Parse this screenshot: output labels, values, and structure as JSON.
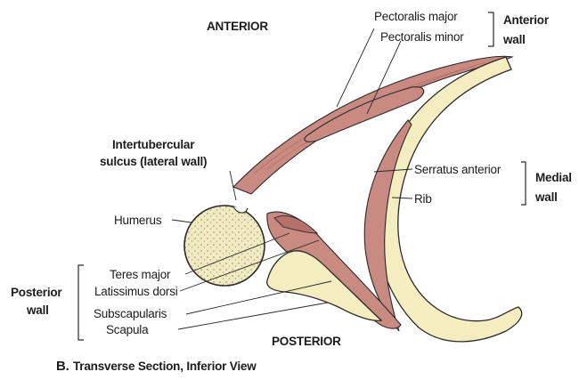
{
  "orientation": {
    "anterior": "ANTERIOR",
    "posterior": "POSTERIOR"
  },
  "labels": {
    "pectoralis_major": "Pectoralis major",
    "pectoralis_minor": "Pectoralis minor",
    "intertubercular_line1": "Intertubercular",
    "intertubercular_line2": "sulcus (lateral wall)",
    "serratus_anterior": "Serratus anterior",
    "rib": "Rib",
    "humerus": "Humerus",
    "teres_major": "Teres major",
    "latissimus_dorsi": "Latissimus dorsi",
    "subscapularis": "Subscapularis",
    "scapula": "Scapula"
  },
  "walls": {
    "anterior_line1": "Anterior",
    "anterior_line2": "wall",
    "medial_line1": "Medial",
    "medial_line2": "wall",
    "posterior_line1": "Posterior",
    "posterior_line2": "wall"
  },
  "caption": {
    "letter": "B.",
    "text": "Transverse Section, Inferior View"
  },
  "colors": {
    "muscle": "#c98a82",
    "muscle_dark": "#a45a54",
    "bone": "#f4edc0",
    "bone_edge": "#9c8f5a",
    "outline": "#2a2a2a"
  }
}
